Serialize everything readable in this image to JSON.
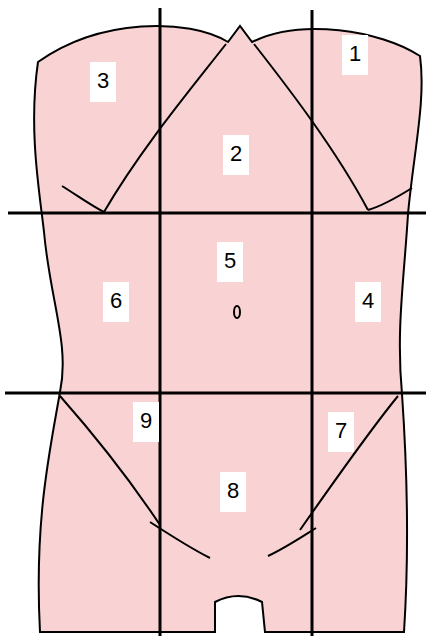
{
  "diagram": {
    "labels": [
      "3",
      "1",
      "2",
      "5",
      "6",
      "4",
      "9",
      "7",
      "8"
    ]
  }
}
